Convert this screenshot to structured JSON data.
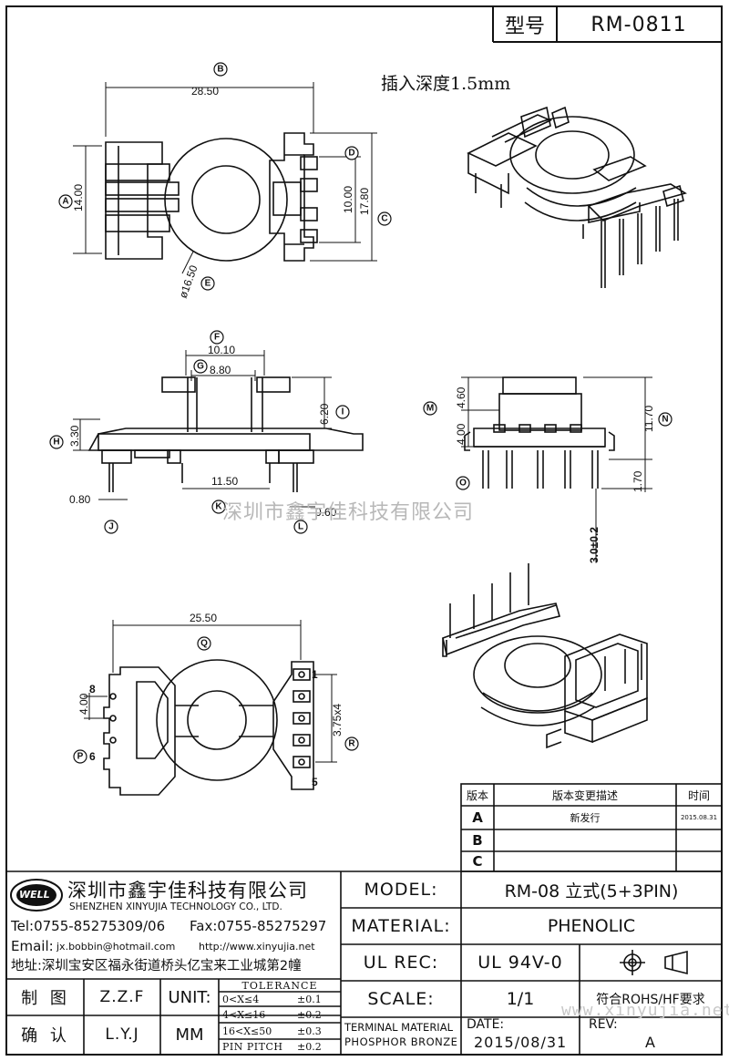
{
  "header": {
    "type_label": "型号",
    "model_code": "RM-0811"
  },
  "note": "插入深度1.5mm",
  "top_view": {
    "dims": {
      "width": "28.50",
      "height": "14.00",
      "inner": "10.00",
      "outer": "17.80",
      "dia": "ø16.50"
    },
    "bubbles": [
      "B",
      "A",
      "D",
      "C",
      "E"
    ]
  },
  "front_view": {
    "dims": {
      "w1": "10.10",
      "w2": "8.80",
      "h1": "6.20",
      "h2": "3.30",
      "pitch": "11.50",
      "pin": "0.80",
      "pin2": "0.60"
    },
    "bubbles": [
      "F",
      "G",
      "I",
      "H",
      "K",
      "J",
      "L"
    ]
  },
  "side_view": {
    "dims": {
      "h1": "4.60",
      "h2": "11.70",
      "h3": "4.00",
      "h4": "1.70",
      "pin_len": "3.0±0.2"
    },
    "bubbles": [
      "M",
      "N",
      "O"
    ]
  },
  "bottom_view": {
    "dims": {
      "width": "25.50",
      "pitch": "4.00",
      "pitch2": "3.75x4"
    },
    "pins": [
      "8",
      "6",
      "1",
      "5"
    ],
    "bubbles": [
      "Q",
      "P",
      "R"
    ]
  },
  "watermark": "深圳市鑫宇佳科技有限公司",
  "watermark_url": "www.xinyujia.net",
  "revision": {
    "headers": [
      "版本",
      "版本变更描述",
      "时间"
    ],
    "rows": [
      {
        "rev": "A",
        "desc": "新发行",
        "date": "2015.08.31"
      },
      {
        "rev": "B",
        "desc": "",
        "date": ""
      },
      {
        "rev": "C",
        "desc": "",
        "date": ""
      }
    ]
  },
  "company": {
    "logo": "WELL",
    "name_cn": "深圳市鑫宇佳科技有限公司",
    "name_en": "SHENZHEN XINYUJIA TECHNOLOGY CO., LTD.",
    "tel": "Tel:0755-85275309/06",
    "fax": "Fax:0755-85275297",
    "email_label": "Email:",
    "email": "jx.bobbin@hotmail.com",
    "site": "http://www.xinyujia.net",
    "address": "地址:深圳宝安区福永街道桥头亿宝来工业城第2幢"
  },
  "title_block": {
    "model_label": "MODEL:",
    "model_value": "RM-08 立式(5+3PIN)",
    "material_label": "MATERIAL:",
    "material_value": "PHENOLIC",
    "ulrec_label": "UL REC:",
    "ulrec_value": "UL 94V-0",
    "scale_label": "SCALE:",
    "scale_value": "1/1",
    "rohs": "符合ROHS/HF要求",
    "drawn_label": "制 图",
    "drawn_value": "Z.Z.F",
    "check_label": "确 认",
    "check_value": "L.Y.J",
    "unit_label": "UNIT:",
    "unit_value": "MM",
    "tolerance_title": "TOLERANCE",
    "tolerance_rows": [
      {
        "range": "0<X≤4",
        "tol": "±0.1"
      },
      {
        "range": "4<X≤16",
        "tol": "±0.2"
      },
      {
        "range": "16<X≤50",
        "tol": "±0.3"
      },
      {
        "range": "PIN PITCH",
        "tol": "±0.2"
      }
    ],
    "terminal_label": "TERMINAL MATERIAL",
    "terminal_value": "PHOSPHOR BRONZE",
    "date_label": "DATE:",
    "date_value": "2015/08/31",
    "rev_label": "REV:",
    "rev_value": "A"
  }
}
